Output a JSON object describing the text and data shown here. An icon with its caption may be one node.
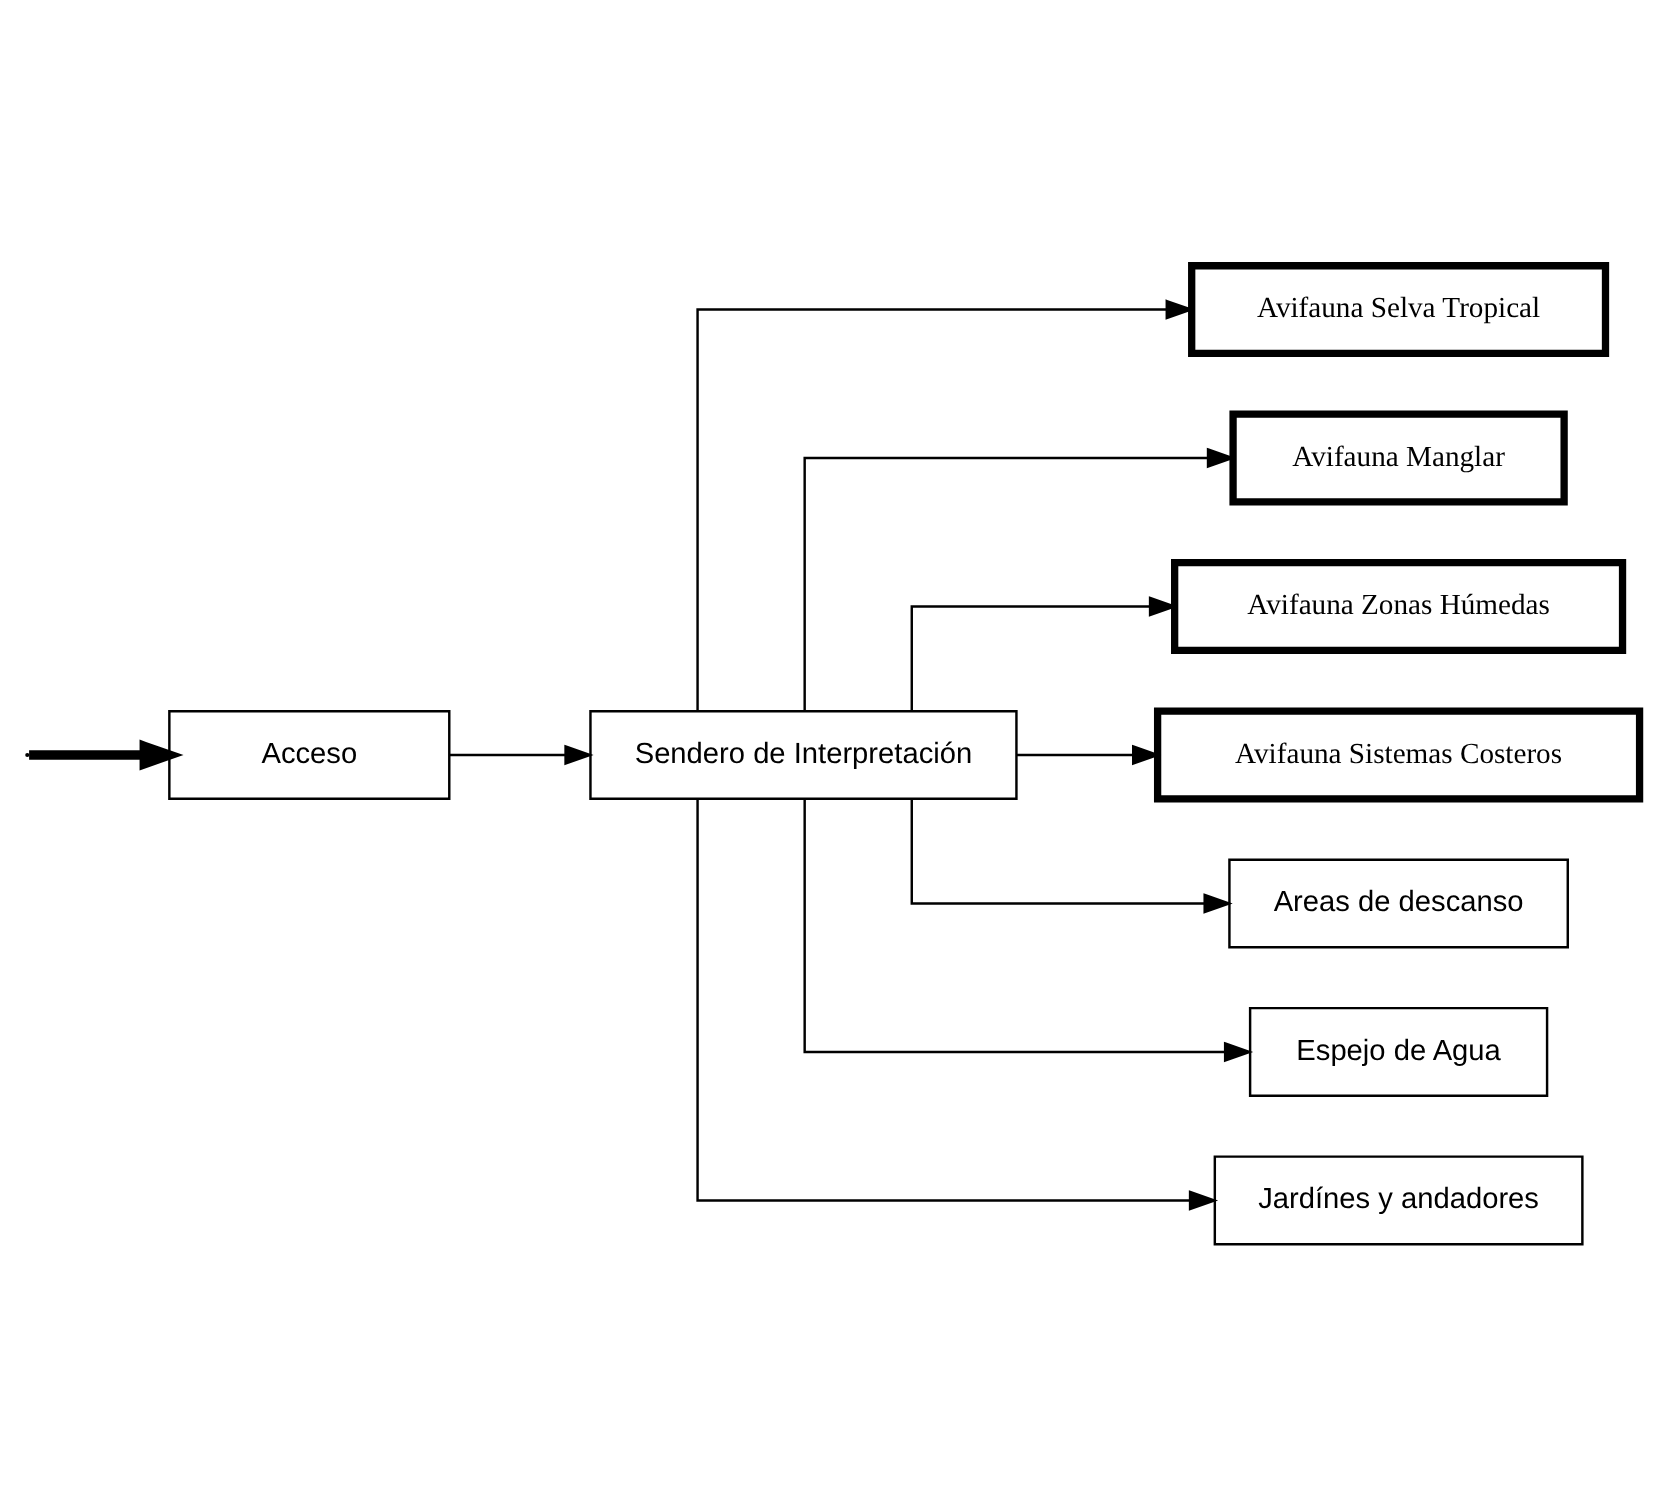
{
  "diagram": {
    "nodes": [
      {
        "text": [
          "Acceso"
        ]
      },
      {
        "text": [
          "Sendero de Interpretación"
        ]
      },
      {
        "text": [
          "Avifauna Selva Tropical"
        ]
      },
      {
        "text": [
          "Avifauna Manglar"
        ]
      },
      {
        "text": [
          "Avifauna Zonas Húmedas"
        ]
      },
      {
        "text": [
          "Avifauna Sistemas Costeros"
        ]
      },
      {
        "text": [
          "Areas de descanso"
        ]
      },
      {
        "text": [
          "Espejo de Agua"
        ]
      },
      {
        "text": [
          "Jardínes y andadores"
        ]
      }
    ],
    "edges": [
      {
        "from": null,
        "to": 0,
        "arrow": "to",
        "style": "thick"
      },
      {
        "from": 0,
        "to": 1,
        "arrow": "to"
      },
      {
        "from": 1,
        "to": 2,
        "arrow": "to"
      },
      {
        "from": 1,
        "to": 3,
        "arrow": "to"
      },
      {
        "from": 1,
        "to": 4,
        "arrow": "to"
      },
      {
        "from": 1,
        "to": 5,
        "arrow": "to"
      },
      {
        "from": 1,
        "to": 6,
        "arrow": "to"
      },
      {
        "from": 1,
        "to": 7,
        "arrow": "to"
      },
      {
        "from": 1,
        "to": 8,
        "arrow": "to"
      }
    ]
  }
}
